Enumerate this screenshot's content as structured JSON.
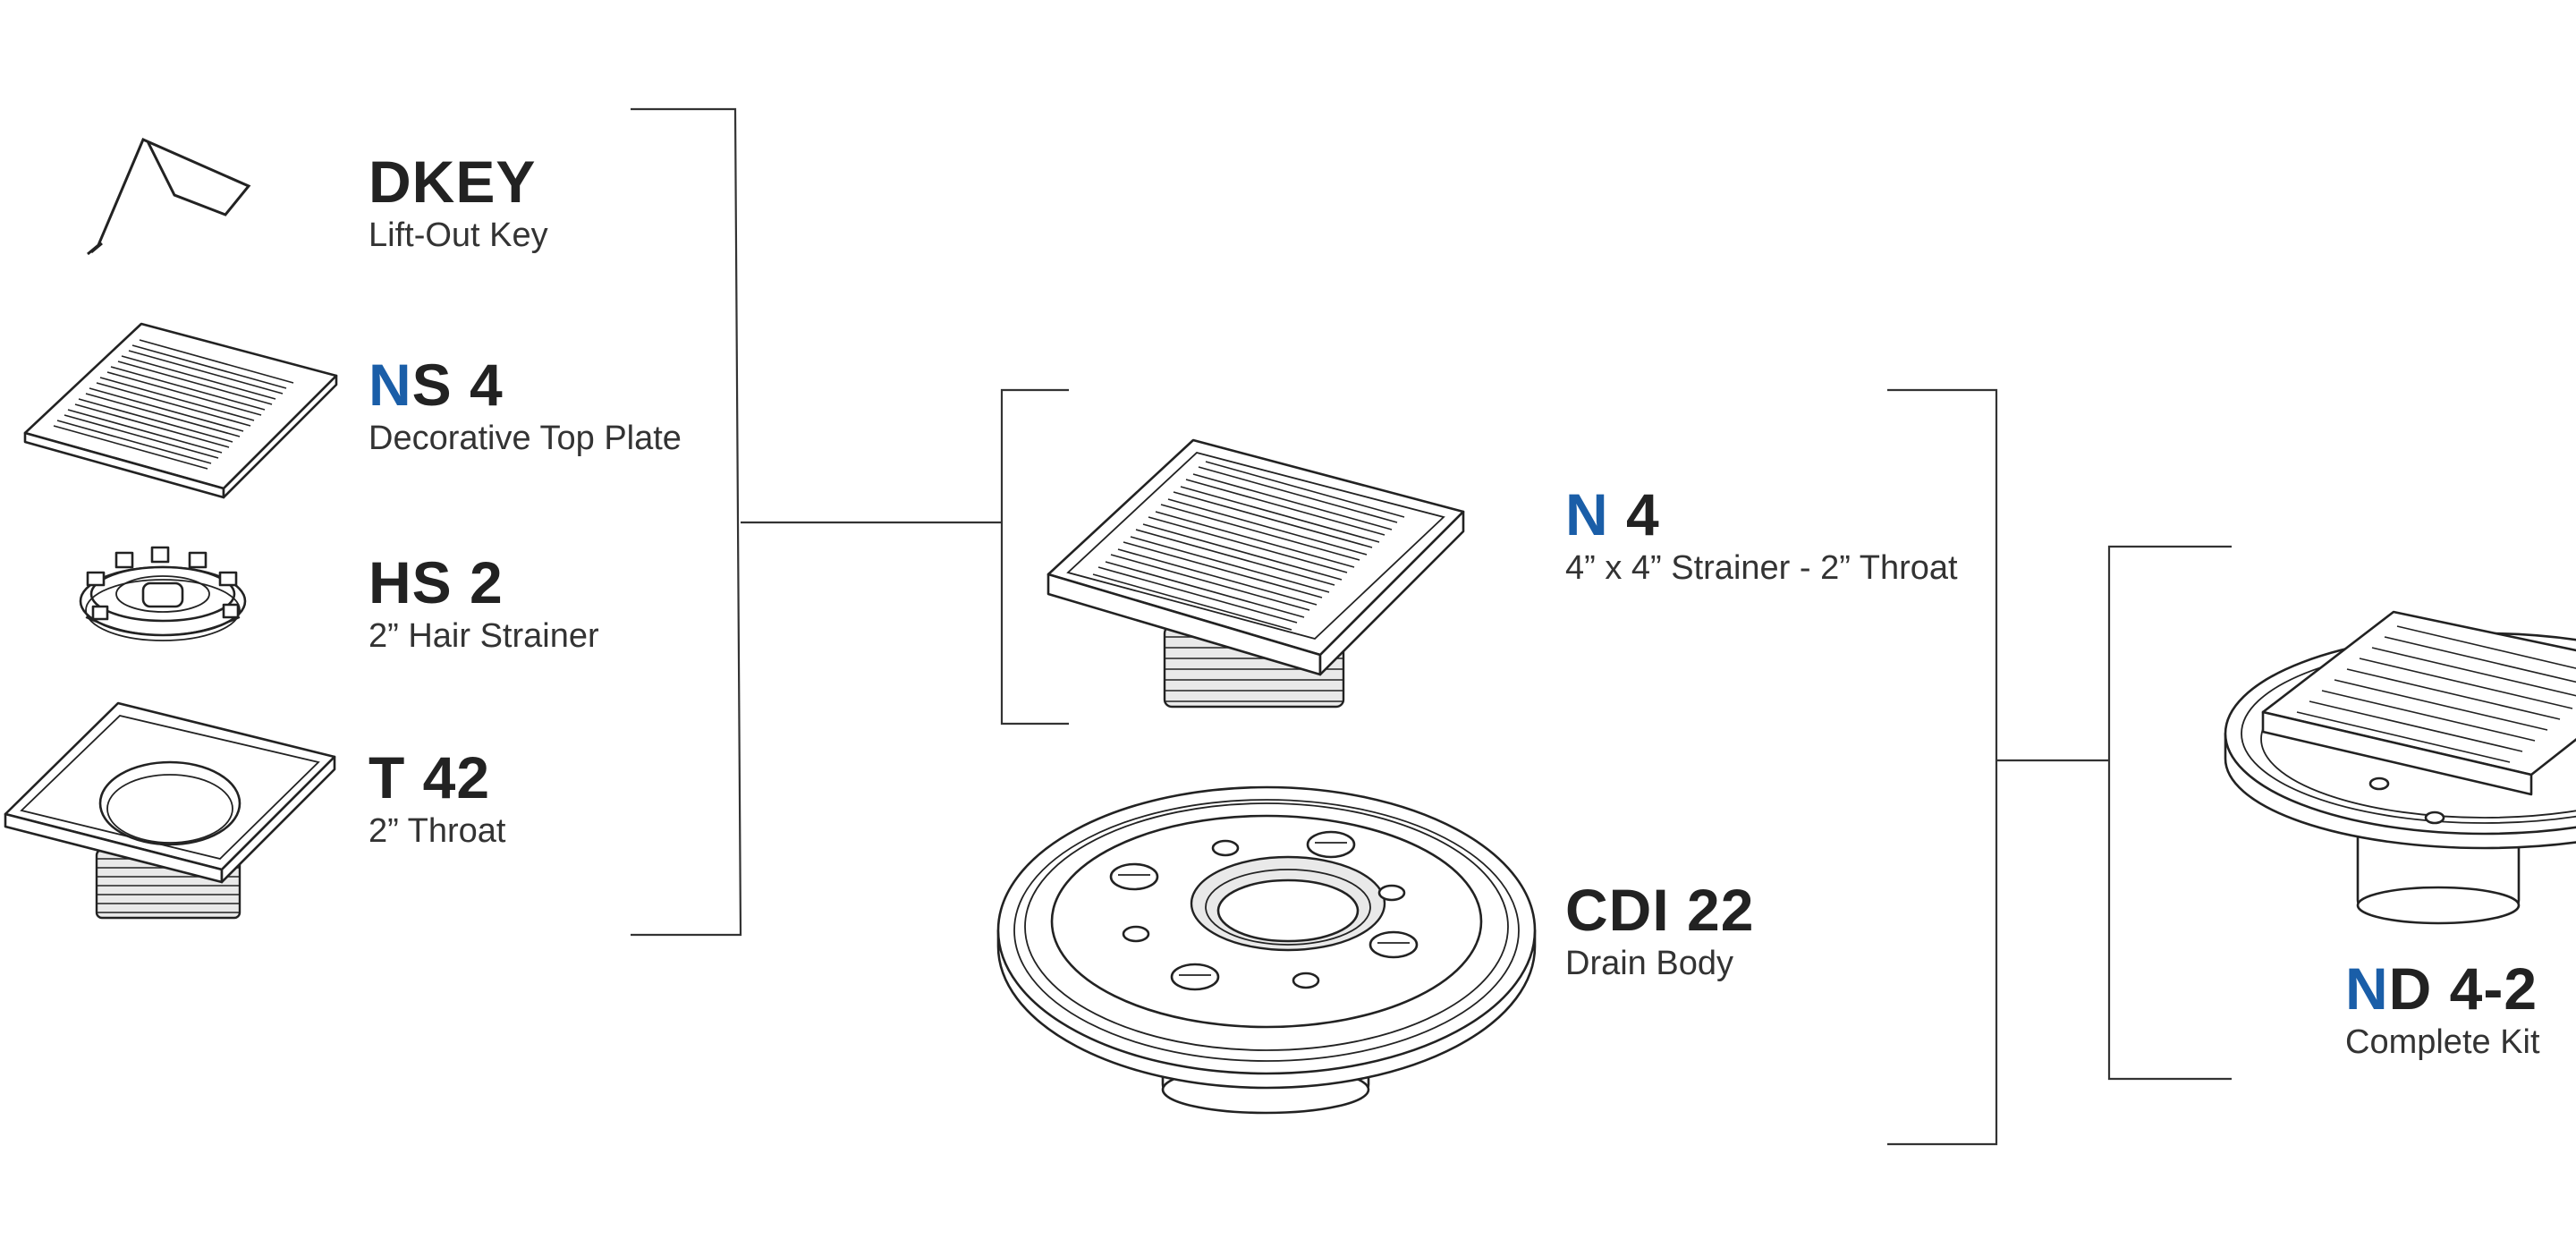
{
  "parts": [
    {
      "id": "dkey",
      "code_accent": "",
      "code_rest": "DKEY",
      "desc": "Lift-Out Key"
    },
    {
      "id": "ns4",
      "code_accent": "N",
      "code_rest": "S 4",
      "desc": "Decorative Top Plate"
    },
    {
      "id": "hs2",
      "code_accent": "",
      "code_rest": "HS 2",
      "desc": "2” Hair Strainer"
    },
    {
      "id": "t42",
      "code_accent": "",
      "code_rest": "T 42",
      "desc": "2” Throat"
    },
    {
      "id": "n4",
      "code_accent": "N",
      "code_rest": " 4",
      "desc": "4” x 4” Strainer - 2” Throat"
    },
    {
      "id": "cdi22",
      "code_accent": "",
      "code_rest": "CDI 22",
      "desc": "Drain Body"
    },
    {
      "id": "nd42",
      "code_accent": "N",
      "code_rest": "D 4-2",
      "desc": "Complete Kit"
    }
  ],
  "colors": {
    "accent": "#1a5ea8",
    "text": "#222222",
    "line": "#333333"
  }
}
